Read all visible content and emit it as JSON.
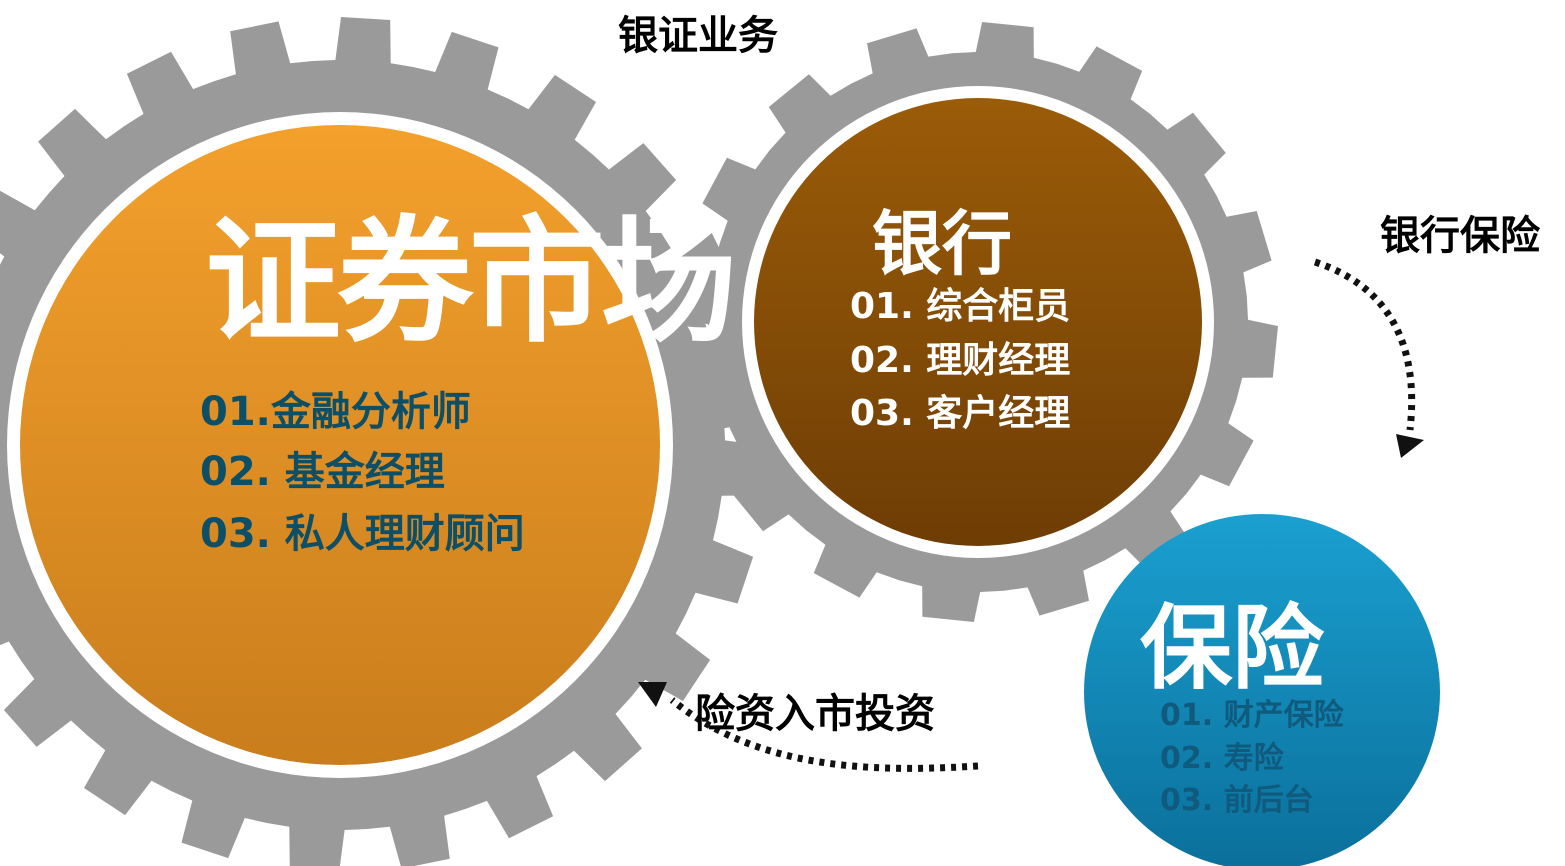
{
  "colors": {
    "gear": "#9a9a9a",
    "securities_fill": "#e48f25",
    "bank_fill": "#8a4f06",
    "insurance_fill": "#1192c3",
    "securities_text": "#0c4f67",
    "bank_text": "#ffffff",
    "insurance_text": "#0f5a7d",
    "arrow": "#111111"
  },
  "connectors": {
    "bank_securities": "银证业务",
    "bank_insurance": "银行保险",
    "insurance_securities": "险资入市投资"
  },
  "securities": {
    "title": "证券市场",
    "items": [
      "01.金融分析师",
      "02. 基金经理",
      "03. 私人理财顾问"
    ]
  },
  "bank": {
    "title": "银行",
    "items": [
      "01. 综合柜员",
      "02. 理财经理",
      "03. 客户经理"
    ]
  },
  "insurance": {
    "title": "保险",
    "items": [
      "01. 财产保险",
      "02. 寿险",
      "03. 前后台"
    ]
  }
}
